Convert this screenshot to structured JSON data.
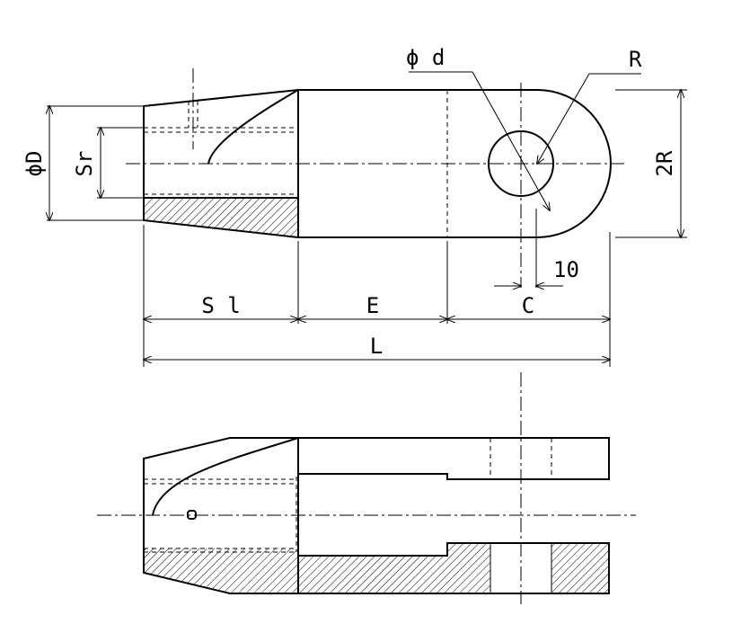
{
  "labels": {
    "phi_d": "ϕ d",
    "R": "R",
    "phi_D": "ϕD",
    "Sr": "Sr",
    "two_R": "2R",
    "ten": "10",
    "Sl": "S l",
    "E": "E",
    "C": "C",
    "L": "L"
  }
}
